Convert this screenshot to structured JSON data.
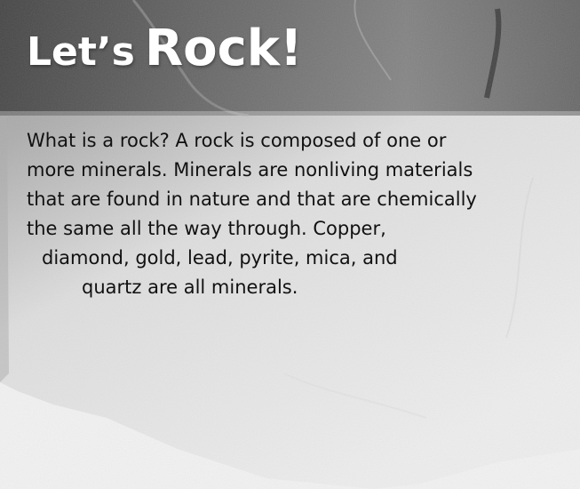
{
  "slide": {
    "title_part1": "Let’s",
    "title_part2": "Rock!",
    "body_lines": [
      "What is a rock? A rock is composed of one or",
      "more minerals. Minerals are nonliving materials",
      "that are found in nature and that are chemically",
      "the same all the way through. Copper,",
      "diamond, gold, lead, pyrite, mica, and",
      "quartz are all minerals."
    ]
  },
  "colors": {
    "title": "#ffffff",
    "body_text": "#111111",
    "rock_dark": "#4a4a4a",
    "rock_light": "#dcdcdc",
    "background": "#e9e9e9"
  }
}
